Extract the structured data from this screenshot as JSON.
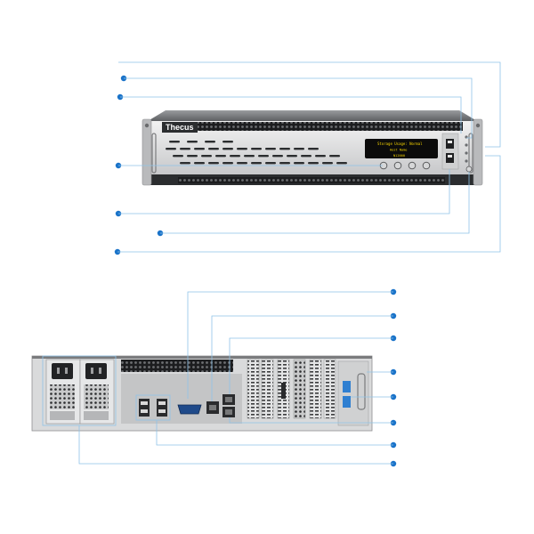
{
  "front_panel": {
    "brand_logo": "Thecus",
    "lcd_line_1": "Storage Usage: Normal",
    "lcd_line_2": "Host Name",
    "lcd_line_3": "N12000"
  },
  "colors": {
    "callout_dot": "#1a73c9",
    "callout_line": "#8fc3e8",
    "chassis_silver": "#d9dadb",
    "chassis_dark": "#2b2d2f",
    "lcd_background": "#0b0b0b",
    "lcd_text": "#f4d200",
    "usb3_blue": "#2f7fd1"
  },
  "icons": [
    "callout-dot-icon",
    "usb-port-icon",
    "power-button-icon",
    "fan-grille-icon"
  ]
}
